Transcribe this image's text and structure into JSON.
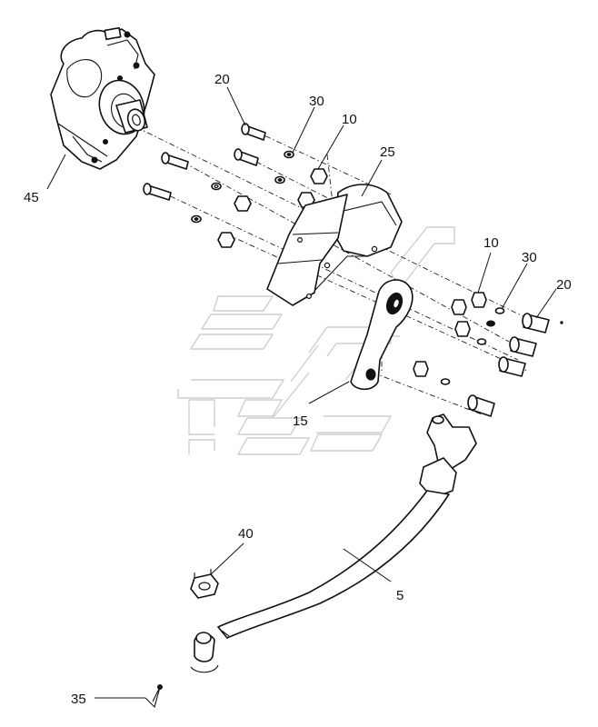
{
  "diagram": {
    "callouts": [
      {
        "id": "c45",
        "label": "45"
      },
      {
        "id": "c20a",
        "label": "20"
      },
      {
        "id": "c30a",
        "label": "30"
      },
      {
        "id": "c10a",
        "label": "10"
      },
      {
        "id": "c25",
        "label": "25"
      },
      {
        "id": "c10b",
        "label": "10"
      },
      {
        "id": "c30b",
        "label": "30"
      },
      {
        "id": "c20b",
        "label": "20"
      },
      {
        "id": "c15",
        "label": "15"
      },
      {
        "id": "c40",
        "label": "40"
      },
      {
        "id": "c5",
        "label": "5"
      },
      {
        "id": "c35",
        "label": "35"
      }
    ]
  }
}
